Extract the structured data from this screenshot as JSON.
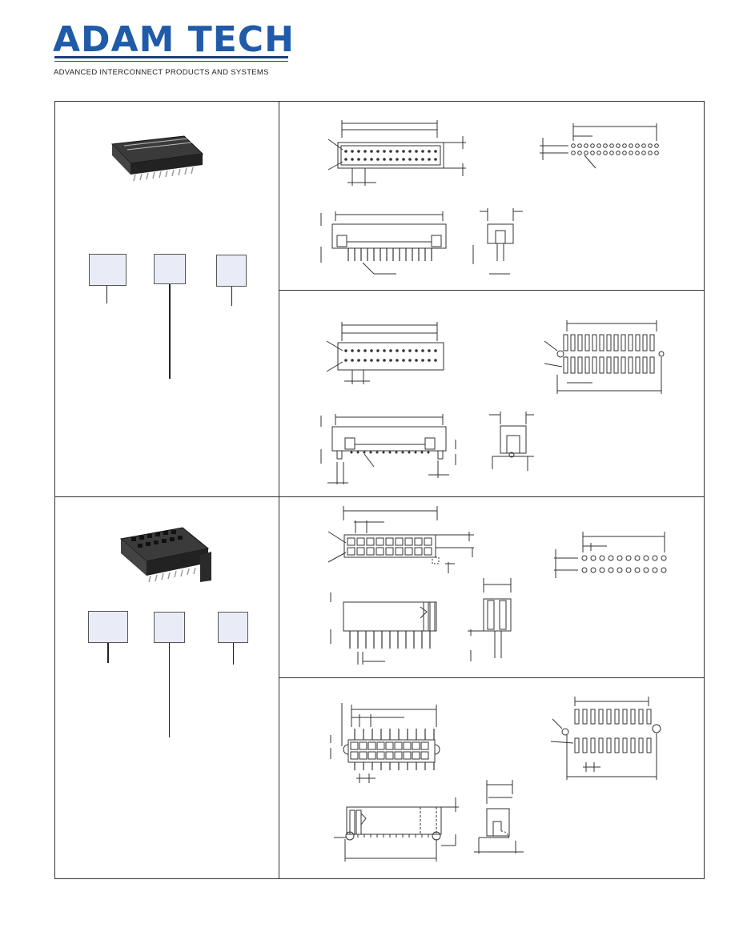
{
  "header": {
    "brand": "ADAM TECH",
    "tagline": "ADVANCED INTERCONNECT PRODUCTS AND SYSTEMS",
    "brand_color": "#1f5ba8"
  },
  "colors": {
    "box_fill": "#e9ecf7",
    "frame": "#333333",
    "drawing_line": "#333333"
  },
  "sections": [
    {
      "name": "male-header-straight",
      "icon": "connector-photo-icon"
    },
    {
      "name": "female-socket-smt",
      "icon": "connector-photo-icon"
    }
  ]
}
